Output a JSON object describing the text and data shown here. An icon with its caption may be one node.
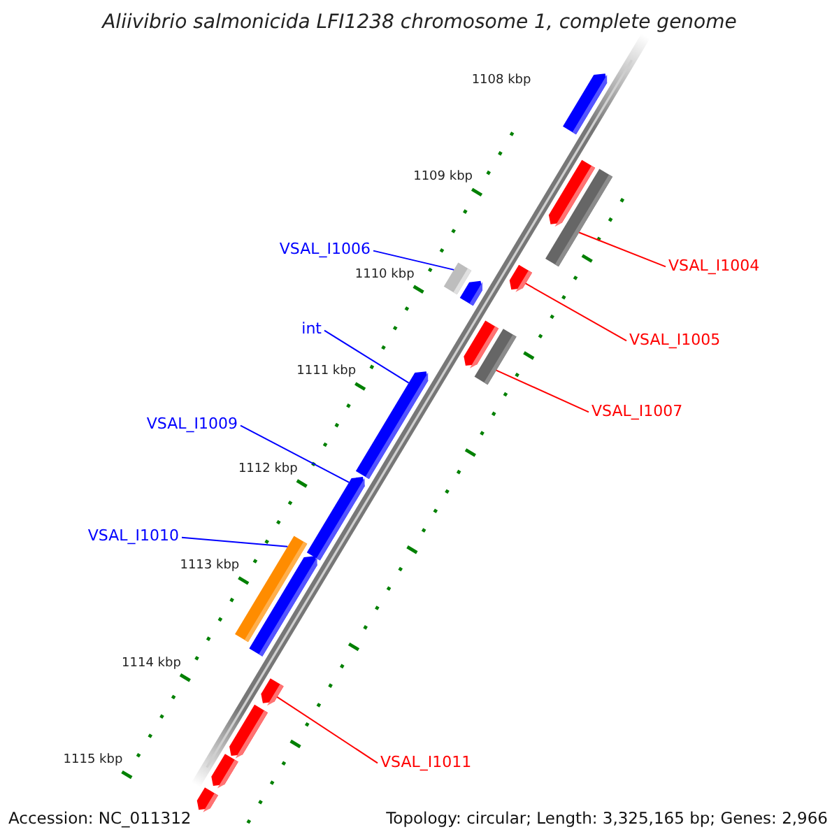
{
  "diagram": {
    "title": "Aliivibrio salmonicida LFI1238 chromosome 1, complete genome",
    "nodes": [
      {
        "text": [],
        "shape": "bar"
      },
      {
        "text": [],
        "shape": "bar"
      },
      {
        "text": [],
        "shape": "bar"
      },
      {
        "text": [
          "VSAL_I1006"
        ]
      },
      {
        "text": [
          "VSAL_I1004"
        ]
      },
      {
        "text": [],
        "shape": "bar"
      },
      {
        "text": [],
        "shape": "bar"
      },
      {
        "text": [],
        "shape": "bar"
      },
      {
        "text": [
          "VSAL_I1005"
        ]
      },
      {
        "text": [],
        "shape": "bar"
      },
      {
        "text": [],
        "shape": "bar"
      },
      {
        "text": [
          "int"
        ]
      },
      {
        "text": [
          "VSAL_I1007"
        ]
      },
      {
        "text": [],
        "shape": "bar"
      },
      {
        "text": [
          "VSAL_I1009"
        ]
      },
      {
        "text": [],
        "shape": "bar"
      },
      {
        "text": [
          "VSAL_I1010"
        ]
      },
      {
        "text": [],
        "shape": "bar"
      },
      {
        "text": [],
        "shape": "bar"
      },
      {
        "text": [],
        "shape": "bar"
      },
      {
        "text": [
          "VSAL_I1011"
        ]
      },
      {
        "text": [],
        "shape": "bar"
      },
      {
        "text": [],
        "shape": "bar"
      },
      {
        "text": [],
        "shape": "bar"
      }
    ],
    "edges": [
      {
        "from": 3,
        "to": 5,
        "arrow": "none",
        "color": "#0000ff"
      },
      {
        "from": 4,
        "to": 2,
        "arrow": "none",
        "color": "#ff0000"
      },
      {
        "from": 8,
        "to": 7,
        "arrow": "none",
        "color": "#ff0000"
      },
      {
        "from": 11,
        "to": 13,
        "arrow": "none",
        "color": "#0000ff"
      },
      {
        "from": 12,
        "to": 10,
        "arrow": "none",
        "color": "#ff0000"
      },
      {
        "from": 14,
        "to": 15,
        "arrow": "none",
        "color": "#0000ff"
      },
      {
        "from": 16,
        "to": 17,
        "arrow": "none",
        "color": "#0000ff"
      },
      {
        "from": 20,
        "to": 19,
        "arrow": "none",
        "color": "#ff0000"
      }
    ],
    "labels": [
      "1108 kbp",
      "1109 kbp",
      "1110 kbp",
      "1111 kbp",
      "1112 kbp",
      "1113 kbp",
      "1114 kbp",
      "1115 kbp",
      "Accession: NC_011312",
      "Topology: circular; Length: 3,325,165 bp; Genes: 2,966"
    ]
  }
}
